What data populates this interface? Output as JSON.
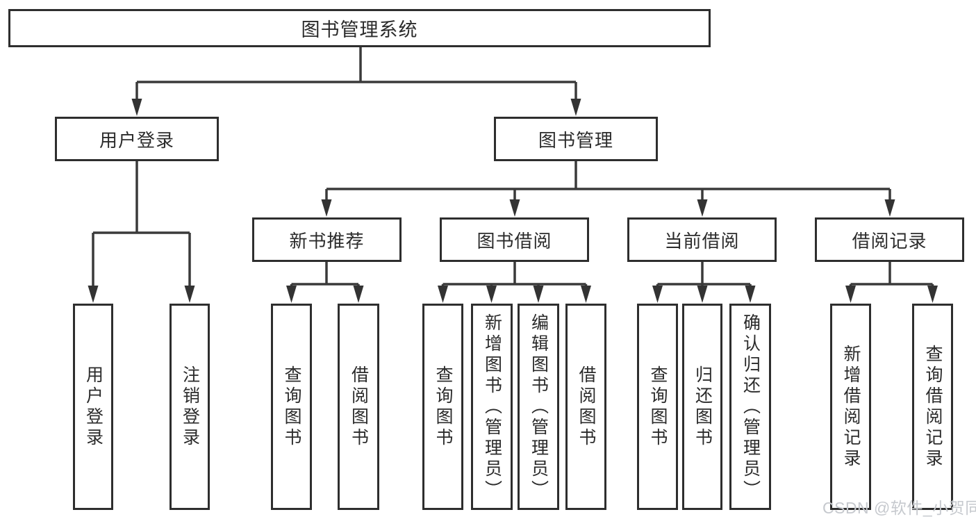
{
  "diagram": {
    "type": "hierarchy-chart",
    "nodes": {
      "root": "图书管理系统",
      "user_login": "用户登录",
      "book_mgmt": "图书管理",
      "new_books": "新书推荐",
      "book_borrow": "图书借阅",
      "current_borrow": "当前借阅",
      "borrow_records": "借阅记录",
      "leaves": {
        "login": "用户登录",
        "logout": "注销登录",
        "nb_query": "查询图书",
        "nb_borrow": "借阅图书",
        "bb_query": "查询图书",
        "bb_add": "新增图书（管理员）",
        "bb_edit": "编辑图书（管理员）",
        "bb_borrow": "借阅图书",
        "cb_query": "查询图书",
        "cb_return": "归还图书",
        "cb_confirm": "确认归还（管理员）",
        "br_add": "新增借阅记录",
        "br_query": "查询借阅记录"
      }
    },
    "watermark": "CSDN @软件_小贺同学",
    "colors": {
      "line": "#3a3a3a",
      "arrow": "#333333",
      "box_border": "#2e2e2e",
      "text": "#2b2b2b",
      "watermark": "#c6c9ce",
      "background": "#ffffff"
    }
  }
}
